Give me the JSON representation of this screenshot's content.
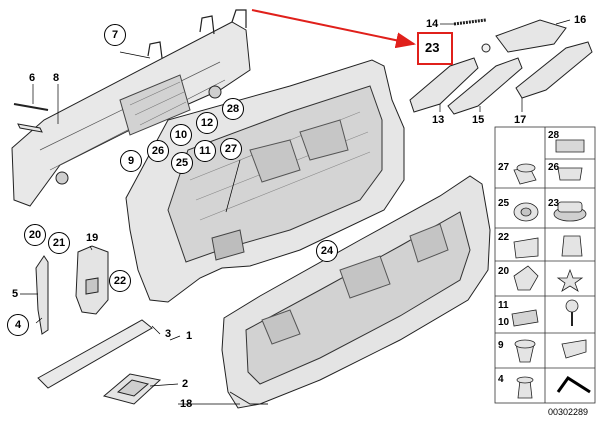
{
  "diagram": {
    "reference_code": "00302289",
    "highlight_color": "#e0201b",
    "highlighted_part": "23",
    "plain_labels": [
      "14",
      "16",
      "6",
      "8",
      "13",
      "15",
      "17",
      "5",
      "3",
      "1",
      "2",
      "18",
      "19"
    ],
    "circled_labels": [
      "7",
      "28",
      "10",
      "12",
      "9",
      "26",
      "11",
      "27",
      "25",
      "24",
      "20",
      "21",
      "22",
      "4"
    ],
    "grid_parts": [
      "28",
      "27",
      "26",
      "25",
      "23",
      "22",
      "20",
      "11",
      "10",
      "9",
      "4"
    ]
  }
}
